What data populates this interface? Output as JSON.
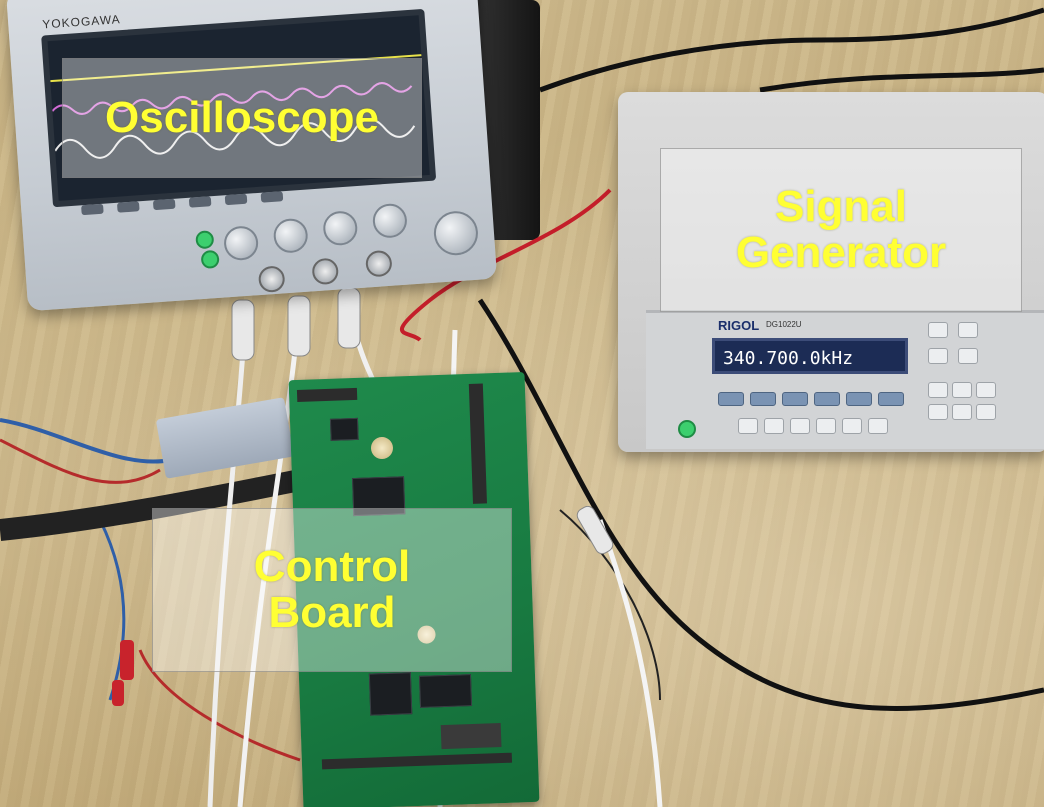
{
  "labels": {
    "oscilloscope": "Oscilloscope",
    "signal_generator": "Signal\nGenerator",
    "control_board": "Control\nBoard"
  },
  "devices": {
    "scope_brand": "YOKOGAWA",
    "siggen_brand": "RIGOL",
    "siggen_model": "DG1022U",
    "siggen_display": "340.700.0kHz"
  },
  "colors": {
    "label_text": "#ffff33",
    "label_box": "rgba(255,255,255,0.38)"
  }
}
